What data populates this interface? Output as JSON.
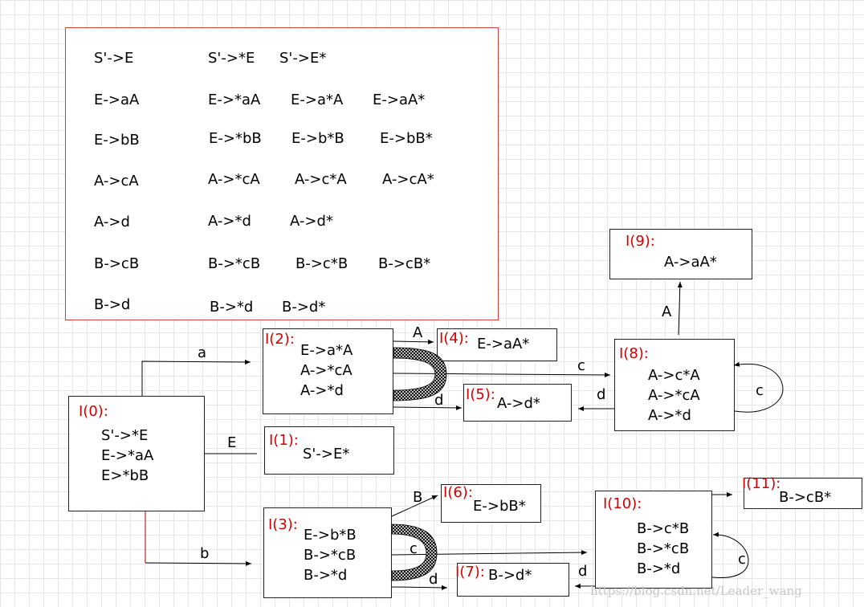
{
  "grammar": {
    "productions": [
      "S'->E",
      "E->aA",
      "E->bB",
      "A->cA",
      "A->d",
      "B->cB",
      "B->d"
    ],
    "items": [
      [
        "S'->*E",
        "S'->E*"
      ],
      [
        "E->*aA",
        "E->a*A",
        "E->aA*"
      ],
      [
        "E->*bB",
        "E->b*B",
        "E->bB*"
      ],
      [
        "A->*cA",
        "A->c*A",
        "A->cA*"
      ],
      [
        "A->*d",
        "A->d*"
      ],
      [
        "B->*cB",
        "B->c*B",
        "B->cB*"
      ],
      [
        "B->*d",
        "B->d*"
      ]
    ]
  },
  "states": {
    "i0": {
      "label": "I(0):",
      "items": [
        "S'->*E",
        "E->*aA",
        "E>*bB"
      ]
    },
    "i1": {
      "label": "I(1):",
      "items": [
        "S'->E*"
      ]
    },
    "i2": {
      "label": "I(2):",
      "items": [
        "E->a*A",
        "A->*cA",
        "A->*d"
      ]
    },
    "i3": {
      "label": "I(3):",
      "items": [
        "E->b*B",
        "B->*cB",
        "B->*d"
      ]
    },
    "i4": {
      "label": "I(4):",
      "items": [
        "E->aA*"
      ]
    },
    "i5": {
      "label": "I(5):",
      "items": [
        "A->d*"
      ]
    },
    "i6": {
      "label": "I(6):",
      "items": [
        "E->bB*"
      ]
    },
    "i7": {
      "label": "I(7):",
      "items": [
        "B->d*"
      ]
    },
    "i8": {
      "label": "I(8):",
      "items": [
        "A->c*A",
        "A->*cA",
        "A->*d"
      ]
    },
    "i9": {
      "label": "I(9):",
      "items": [
        "A->aA*"
      ]
    },
    "i10": {
      "label": "I(10):",
      "items": [
        "B->c*B",
        "B->*cB",
        "B->*d"
      ]
    },
    "i11": {
      "label": "I(11):",
      "items": [
        "B->cB*"
      ]
    }
  },
  "edges": {
    "a": "a",
    "b": "b",
    "E": "E",
    "i2_A": "A",
    "i2_c": "c",
    "i2_d": "d",
    "i3_B": "B",
    "i3_c": "c",
    "i3_d": "d",
    "i8_A": "A",
    "i8_c": "c",
    "i8_d": "d",
    "i10_c": "c",
    "i10_d": "d"
  },
  "watermark": "https://blog.csdn.net/Leader_wang",
  "colors": {
    "state_label": "#d00000",
    "frame": "#d04040",
    "line": "#000000",
    "grid": "#e6e6e6"
  }
}
